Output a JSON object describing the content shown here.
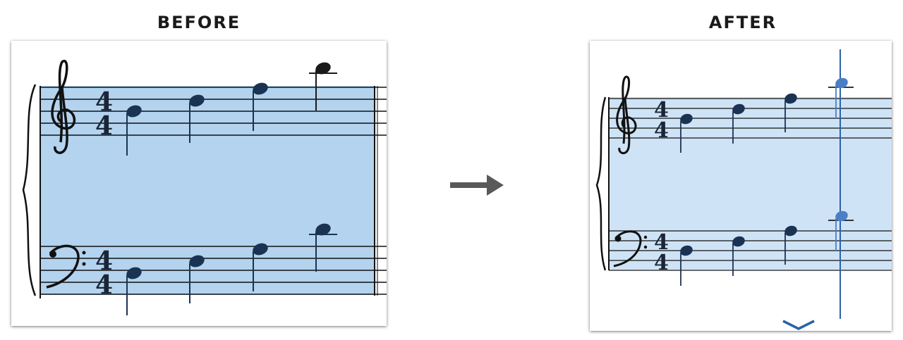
{
  "before": {
    "heading": "BEFORE"
  },
  "after": {
    "heading": "AFTER"
  },
  "time_signature": {
    "numerator": "4",
    "denominator": "4"
  },
  "colors": {
    "selection_before": "#b3d3ee",
    "selection_after": "#cfe3f6",
    "note_selected": "#1b3353",
    "note_unselected": "#1a1a1a",
    "note_added": "#4a7fc6",
    "caret_line": "#2a63a8",
    "arrow": "#595959"
  },
  "icons": {
    "transition": "arrow-right-icon",
    "scroll": "chevron-down-icon"
  }
}
